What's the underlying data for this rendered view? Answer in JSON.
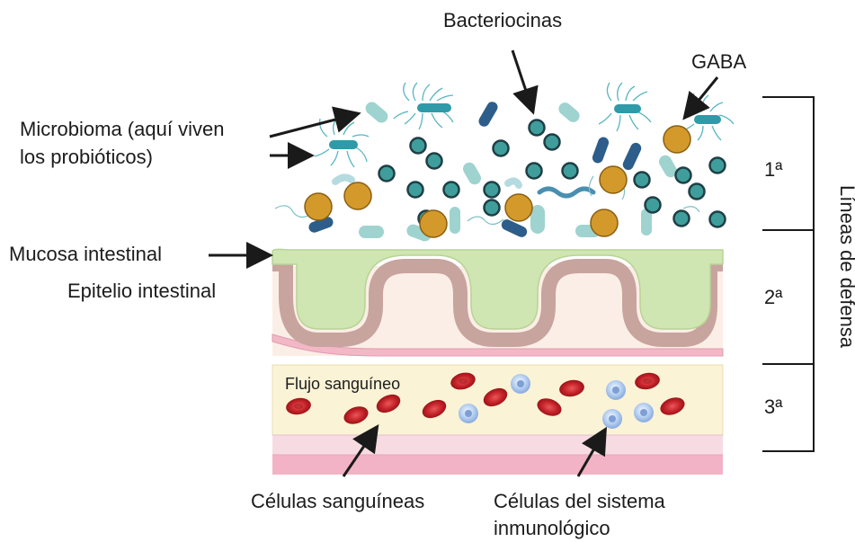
{
  "labels": {
    "bacteriocinas": "Bacteriocinas",
    "gaba": "GABA",
    "microbioma_line1": "Microbioma (aquí viven",
    "microbioma_line2": "los probióticos)",
    "mucosa": "Mucosa intestinal",
    "epitelio": "Epitelio intestinal",
    "flujo": "Flujo sanguíneo",
    "celulas_sanguineas": "Células sanguíneas",
    "celulas_inmune_line1": "Células del sistema",
    "celulas_inmune_line2": "inmunológico"
  },
  "defense_lines": {
    "title": "Líneas de defensa",
    "first": "1ª",
    "second": "2ª",
    "third": "3ª"
  },
  "colors": {
    "bacteriocin": "#3f9e9b",
    "gaba": "#d39a2b",
    "mucosa": "#cfe6b3",
    "epithelium": "#fbeee6",
    "blood_vessel": "#fbf3d6",
    "red_cell": "#c8262c",
    "immune_cell": "#a9c7ec"
  }
}
